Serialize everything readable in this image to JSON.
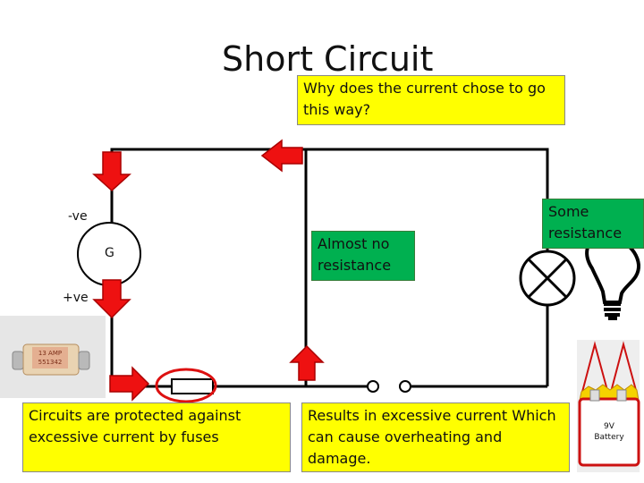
{
  "title": "Short Circuit",
  "notes": {
    "question": "Why does the current chose to go this way?",
    "almost_no_resistance": "Almost no resistance",
    "some_resistance": "Some resistance",
    "fuses": "Circuits are protected against excessive current by fuses",
    "results": "Results in excessive current Which can cause overheating and damage."
  },
  "labels": {
    "negative": "-ve",
    "positive": "+ve",
    "galvanometer": "G"
  },
  "fuse_photo": {
    "rating": "13 AMP",
    "code": "551342"
  },
  "battery": {
    "label_line1": "9V",
    "label_line2": "Battery"
  },
  "colors": {
    "arrow_red": "#ee1111",
    "note_yellow": "#ffff00",
    "note_green": "#00b050",
    "wire": "#000000",
    "fuse_highlight": "#dd1111"
  }
}
